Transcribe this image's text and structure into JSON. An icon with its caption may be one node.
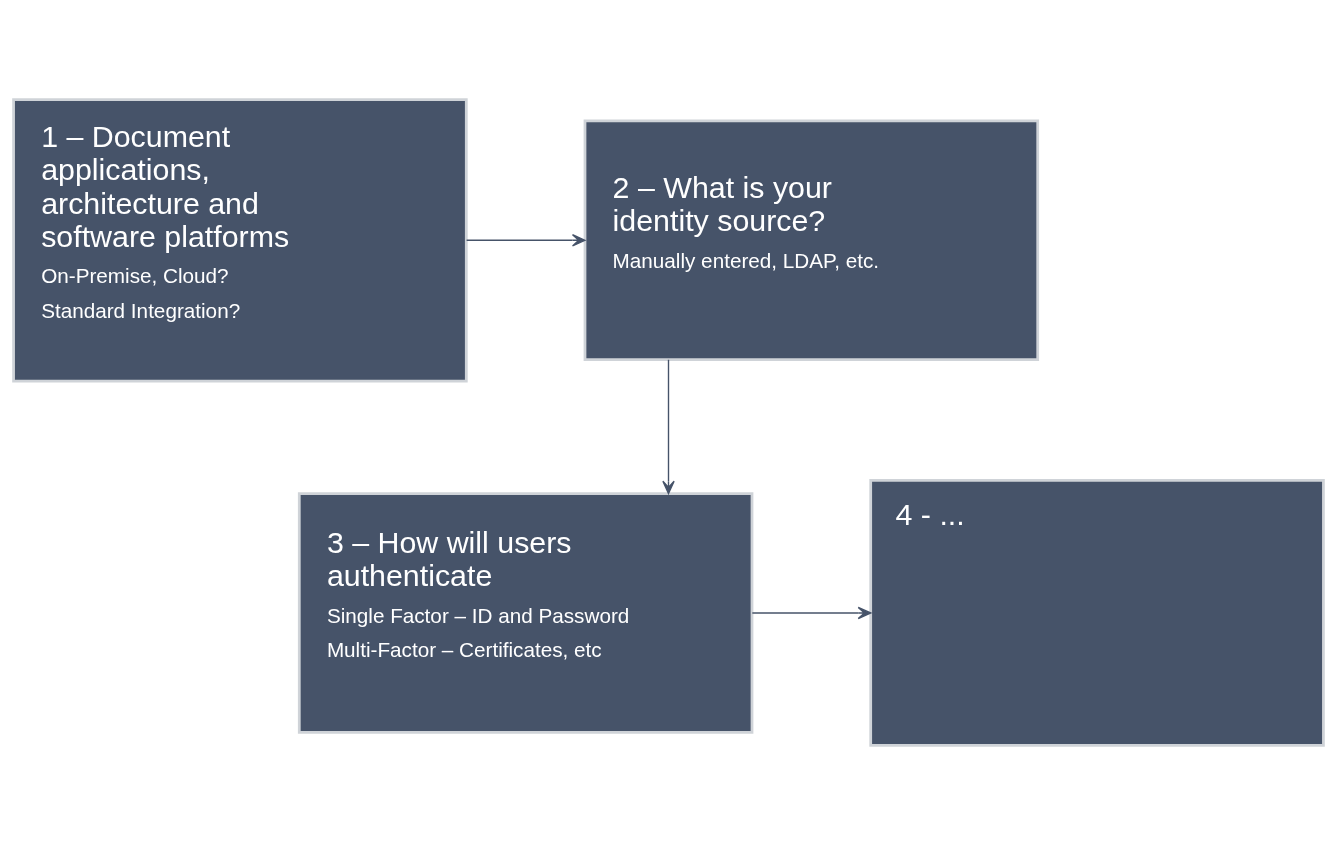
{
  "diagram": {
    "nodes": [
      {
        "text": [
          "1 – Document applications, architecture and software platforms",
          "On-Premise, Cloud?",
          "Standard Integration?"
        ]
      },
      {
        "text": [
          "2 – What is your identity source?",
          "Manually entered, LDAP, etc."
        ]
      },
      {
        "text": [
          "3 – How will users authenticate",
          "Single Factor – ID and Password",
          "Multi-Factor – Certificates, etc"
        ]
      },
      {
        "text": [
          "4 - ..."
        ]
      }
    ],
    "edges": [
      {
        "from": 0,
        "to": 1,
        "arrow": "to"
      },
      {
        "from": 1,
        "to": 2,
        "arrow": "to"
      },
      {
        "from": 2,
        "to": 3,
        "arrow": "to"
      }
    ]
  }
}
